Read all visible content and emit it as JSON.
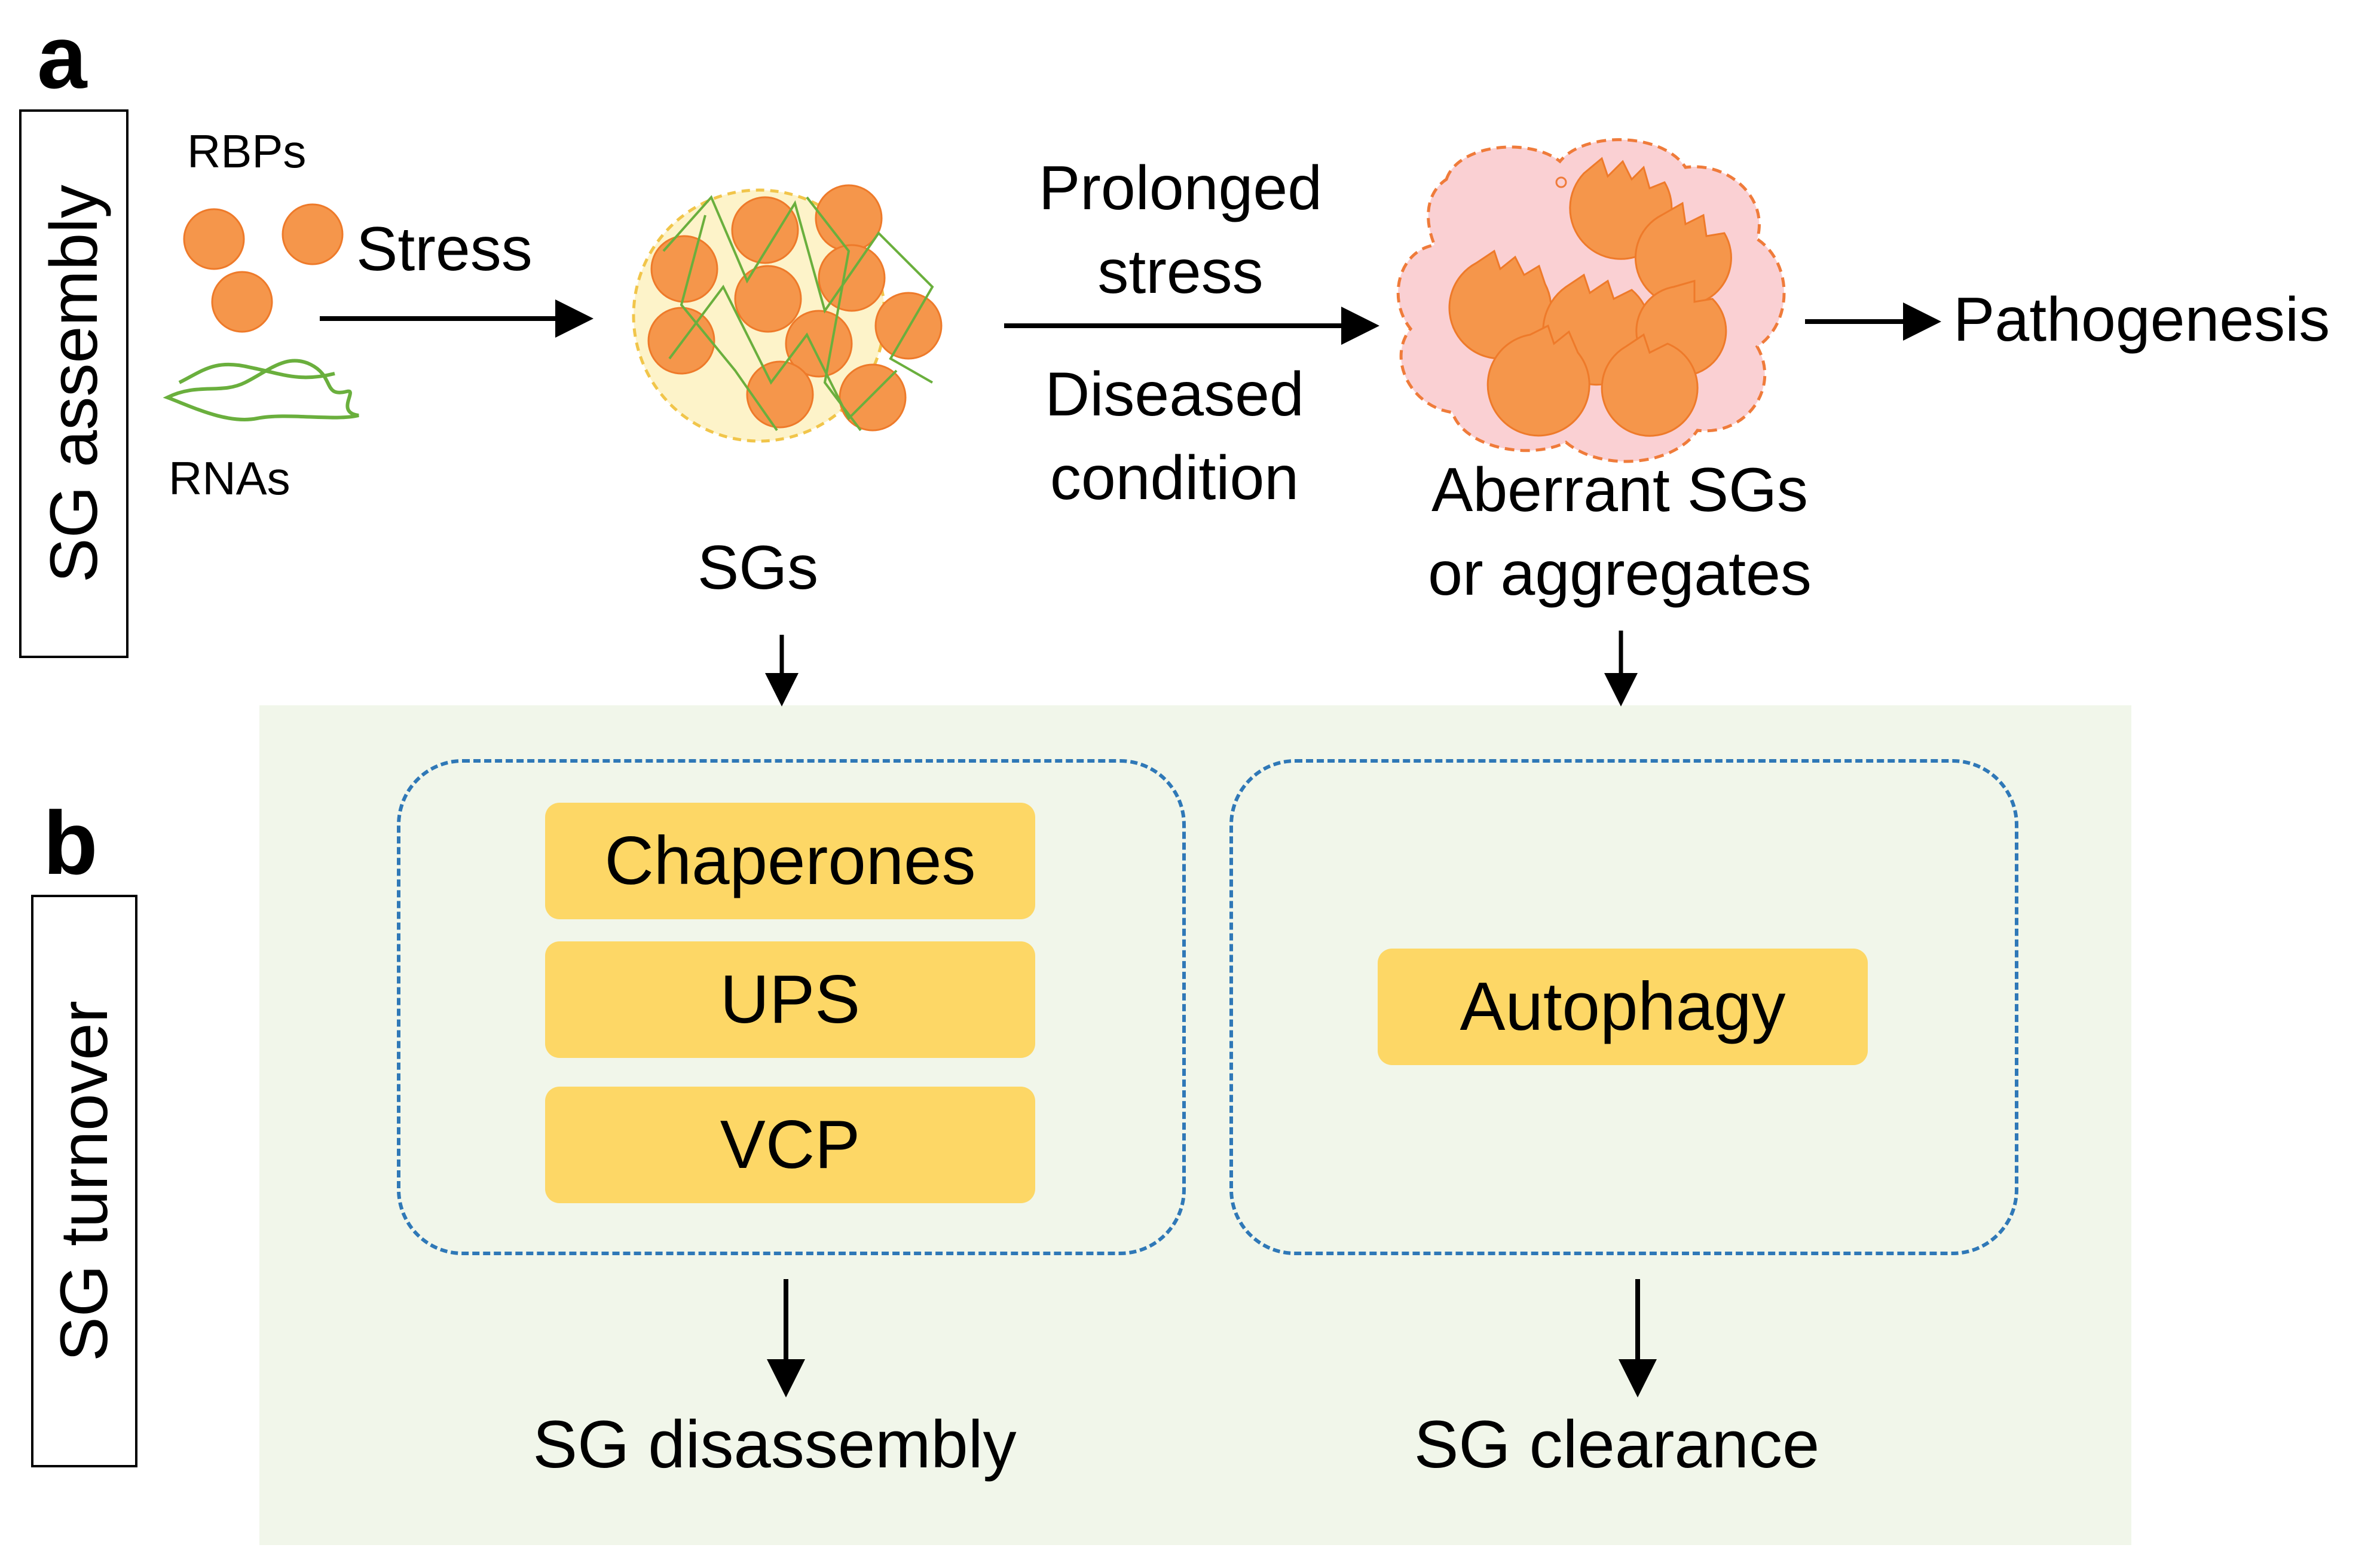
{
  "panel_a": {
    "letter": "a",
    "side_label": "SG assembly",
    "rbps_label": "RBPs",
    "rnas_label": "RNAs",
    "stress_label": "Stress",
    "sgs_label": "SGs",
    "prolonged_line1": "Prolonged",
    "prolonged_line2": "stress",
    "diseased_line1": "Diseased",
    "diseased_line2": "condition",
    "aberrant_line1": "Aberrant SGs",
    "aberrant_line2": "or aggregates",
    "pathogenesis_label": "Pathogenesis"
  },
  "panel_b": {
    "letter": "b",
    "side_label": "SG turnover",
    "left_items": [
      "Chaperones",
      "UPS",
      "VCP"
    ],
    "right_items": [
      "Autophagy"
    ],
    "left_outcome": "SG disassembly",
    "right_outcome": "SG clearance"
  },
  "colors": {
    "rbp_fill": "#f5964b",
    "rbp_stroke": "#ee7a2a",
    "rna_green": "#6aaf3d",
    "sg_bg": "#fdf3c9",
    "sg_border": "#f1c54a",
    "aberrant_bg": "#fad0d3",
    "aberrant_border": "#ef7b3a",
    "green_panel": "#f1f6ea",
    "dash_blue": "#2f78b7",
    "pill_yellow": "#fdd766"
  }
}
